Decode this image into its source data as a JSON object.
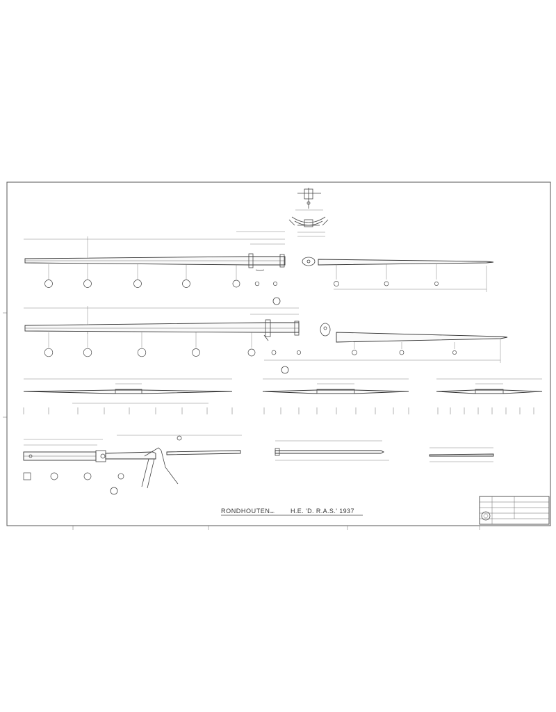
{
  "drawing": {
    "title_main": "RONDHOUTEN",
    "title_mid": "van",
    "title_sub": "H.E. 'D. R.A.S.' 1937",
    "scale_note": "",
    "part_labels": {
      "p1": "",
      "p2": "",
      "p3": "",
      "p4": "",
      "p5": "",
      "p6": "",
      "p7": "",
      "p8": "",
      "p9": ""
    },
    "part_numbers": {
      "p1": "",
      "p2": "",
      "p3": ""
    },
    "title_block": {
      "cells": []
    }
  },
  "colors": {
    "paper": "#ffffff",
    "ink": "#333333",
    "frame": "#555555"
  }
}
